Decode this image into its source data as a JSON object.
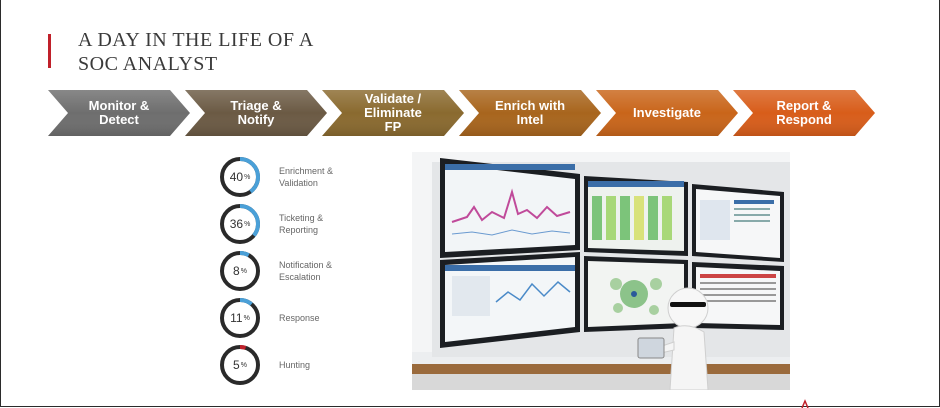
{
  "title": {
    "line1": "A DAY IN THE LIFE OF A",
    "line2": "SOC ANALYST"
  },
  "steps": [
    {
      "line1": "Monitor &",
      "line2": "Detect",
      "line3": "",
      "color": "#6e6e6e"
    },
    {
      "line1": "Triage &",
      "line2": "Notify",
      "line3": "",
      "color": "#6b5a44"
    },
    {
      "line1": "Validate /",
      "line2": "Eliminate",
      "line3": "FP",
      "color": "#8a6a2f"
    },
    {
      "line1": "Enrich with",
      "line2": "Intel",
      "line3": "",
      "color": "#a8651d"
    },
    {
      "line1": "Investigate",
      "line2": "",
      "line3": "",
      "color": "#c9651a"
    },
    {
      "line1": "Report &",
      "line2": "Respond",
      "line3": "",
      "color": "#d85d1a"
    }
  ],
  "stats": [
    {
      "value": "40",
      "unit": "%",
      "percent": 40,
      "ring_color": "#4aa0d8",
      "label_line1": "Enrichment &",
      "label_line2": "Validation"
    },
    {
      "value": "36",
      "unit": "%",
      "percent": 36,
      "ring_color": "#4aa0d8",
      "label_line1": "Ticketing &",
      "label_line2": "Reporting"
    },
    {
      "value": "8",
      "unit": "%",
      "percent": 8,
      "ring_color": "#4aa0d8",
      "label_line1": "Notification &",
      "label_line2": "Escalation"
    },
    {
      "value": "11",
      "unit": "%",
      "percent": 11,
      "ring_color": "#4aa0d8",
      "label_line1": "Response",
      "label_line2": ""
    },
    {
      "value": "5",
      "unit": "%",
      "percent": 5,
      "ring_color": "#c0202a",
      "label_line1": "Hunting",
      "label_line2": ""
    }
  ],
  "colors": {
    "accent": "#c0202a",
    "ring_track": "#2a2a2a"
  },
  "image": {
    "description_icon": "monitor-wall-with-analyst-figure"
  }
}
